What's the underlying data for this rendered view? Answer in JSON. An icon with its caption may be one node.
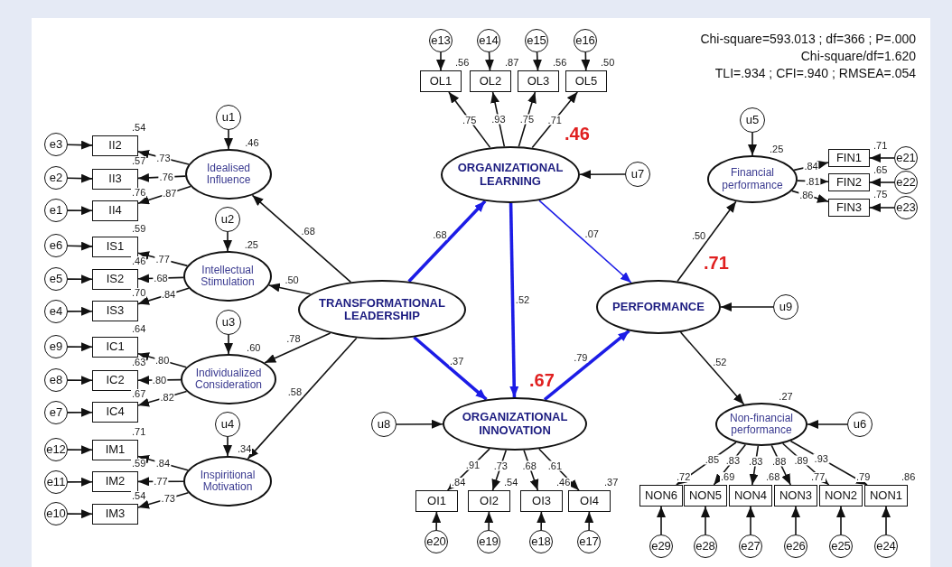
{
  "diagram": {
    "nodes": [
      {
        "text": [
          "TRANSFORMATIONAL LEADERSHIP"
        ]
      },
      {
        "text": [
          "Idealised Influence"
        ],
        "beside": [
          ".46"
        ]
      },
      {
        "text": [
          "Intellectual Stimulation"
        ],
        "beside": [
          ".25"
        ]
      },
      {
        "text": [
          "Individualized Consideration"
        ],
        "beside": [
          ".60"
        ]
      },
      {
        "text": [
          "Inspiritional Motivation"
        ],
        "beside": [
          ".34"
        ]
      },
      {
        "text": [
          "ORGANIZATIONAL LEARNING"
        ],
        "beside": [
          ".46"
        ]
      },
      {
        "text": [
          "ORGANIZATIONAL INNOVATION"
        ],
        "beside": [
          ".67"
        ]
      },
      {
        "text": [
          "PERFORMANCE"
        ],
        "beside": [
          ".71"
        ]
      },
      {
        "text": [
          "Financial performance"
        ],
        "beside": [
          ".25"
        ]
      },
      {
        "text": [
          "Non-financial performance"
        ],
        "beside": [
          ".27"
        ]
      },
      {
        "text": [
          "II2"
        ],
        "beside": [
          ".54"
        ]
      },
      {
        "text": [
          "II3"
        ],
        "beside": [
          ".57"
        ]
      },
      {
        "text": [
          "II4"
        ],
        "beside": [
          ".76"
        ]
      },
      {
        "text": [
          "IS1"
        ],
        "beside": [
          ".59"
        ]
      },
      {
        "text": [
          "IS2"
        ],
        "beside": [
          ".46"
        ]
      },
      {
        "text": [
          "IS3"
        ],
        "beside": [
          ".70"
        ]
      },
      {
        "text": [
          "IC1"
        ],
        "beside": [
          ".64"
        ]
      },
      {
        "text": [
          "IC2"
        ],
        "beside": [
          ".63"
        ]
      },
      {
        "text": [
          "IC4"
        ],
        "beside": [
          ".67"
        ]
      },
      {
        "text": [
          "IM1"
        ],
        "beside": [
          ".71"
        ]
      },
      {
        "text": [
          "IM2"
        ],
        "beside": [
          ".59"
        ]
      },
      {
        "text": [
          "IM3"
        ],
        "beside": [
          ".54"
        ]
      },
      {
        "text": [
          "OL1"
        ],
        "beside": [
          ".56"
        ]
      },
      {
        "text": [
          "OL2"
        ],
        "beside": [
          ".87"
        ]
      },
      {
        "text": [
          "OL3"
        ],
        "beside": [
          ".56"
        ]
      },
      {
        "text": [
          "OL5"
        ],
        "beside": [
          ".50"
        ]
      },
      {
        "text": [
          "OI1"
        ],
        "beside": [
          ".84"
        ]
      },
      {
        "text": [
          "OI2"
        ],
        "beside": [
          ".54"
        ]
      },
      {
        "text": [
          "OI3"
        ],
        "beside": [
          ".46"
        ]
      },
      {
        "text": [
          "OI4"
        ],
        "beside": [
          ".37"
        ]
      },
      {
        "text": [
          "FIN1"
        ],
        "beside": [
          ".71"
        ]
      },
      {
        "text": [
          "FIN2"
        ],
        "beside": [
          ".65"
        ]
      },
      {
        "text": [
          "FIN3"
        ],
        "beside": [
          ".75"
        ]
      },
      {
        "text": [
          "NON6"
        ],
        "beside": [
          ".72"
        ]
      },
      {
        "text": [
          "NON5"
        ],
        "beside": [
          ".69"
        ]
      },
      {
        "text": [
          "NON4"
        ],
        "beside": [
          ".68"
        ]
      },
      {
        "text": [
          "NON3"
        ],
        "beside": [
          ".77"
        ]
      },
      {
        "text": [
          "NON2"
        ],
        "beside": [
          ".79"
        ]
      },
      {
        "text": [
          "NON1"
        ],
        "beside": [
          ".86"
        ]
      },
      {
        "text": [
          "e3"
        ]
      },
      {
        "text": [
          "e2"
        ]
      },
      {
        "text": [
          "e1"
        ]
      },
      {
        "text": [
          "e6"
        ]
      },
      {
        "text": [
          "e5"
        ]
      },
      {
        "text": [
          "e4"
        ]
      },
      {
        "text": [
          "e9"
        ]
      },
      {
        "text": [
          "e8"
        ]
      },
      {
        "text": [
          "e7"
        ]
      },
      {
        "text": [
          "e12"
        ]
      },
      {
        "text": [
          "e11"
        ]
      },
      {
        "text": [
          "e10"
        ]
      },
      {
        "text": [
          "e13"
        ]
      },
      {
        "text": [
          "e14"
        ]
      },
      {
        "text": [
          "e15"
        ]
      },
      {
        "text": [
          "e16"
        ]
      },
      {
        "text": [
          "e20"
        ]
      },
      {
        "text": [
          "e19"
        ]
      },
      {
        "text": [
          "e18"
        ]
      },
      {
        "text": [
          "e17"
        ]
      },
      {
        "text": [
          "e21"
        ]
      },
      {
        "text": [
          "e22"
        ]
      },
      {
        "text": [
          "e23"
        ]
      },
      {
        "text": [
          "e29"
        ]
      },
      {
        "text": [
          "e28"
        ]
      },
      {
        "text": [
          "e27"
        ]
      },
      {
        "text": [
          "e26"
        ]
      },
      {
        "text": [
          "e25"
        ]
      },
      {
        "text": [
          "e24"
        ]
      },
      {
        "text": [
          "u1"
        ]
      },
      {
        "text": [
          "u2"
        ]
      },
      {
        "text": [
          "u3"
        ]
      },
      {
        "text": [
          "u4"
        ]
      },
      {
        "text": [
          "u5"
        ]
      },
      {
        "text": [
          "u6"
        ]
      },
      {
        "text": [
          "u7"
        ]
      },
      {
        "text": [
          "u8"
        ]
      },
      {
        "text": [
          "u9"
        ]
      }
    ],
    "edges": [
      {
        "from": 0,
        "to": 1,
        "arrow": "to",
        "label": ".68"
      },
      {
        "from": 0,
        "to": 2,
        "arrow": "to",
        "label": ".50"
      },
      {
        "from": 0,
        "to": 3,
        "arrow": "to",
        "label": ".78"
      },
      {
        "from": 0,
        "to": 4,
        "arrow": "to",
        "label": ".58"
      },
      {
        "from": 0,
        "to": 5,
        "arrow": "to",
        "label": ".68",
        "style": "thick",
        "color": "#1c1ce6"
      },
      {
        "from": 0,
        "to": 6,
        "arrow": "to",
        "label": ".37",
        "style": "thick",
        "color": "#1c1ce6"
      },
      {
        "from": 5,
        "to": 6,
        "arrow": "to",
        "label": ".52",
        "style": "thick",
        "color": "#1c1ce6"
      },
      {
        "from": 5,
        "to": 7,
        "arrow": "to",
        "label": ".07",
        "color": "#1c1ce6"
      },
      {
        "from": 6,
        "to": 7,
        "arrow": "to",
        "label": ".79",
        "style": "thick",
        "color": "#1c1ce6"
      },
      {
        "from": 7,
        "to": 8,
        "arrow": "to",
        "label": ".50"
      },
      {
        "from": 7,
        "to": 9,
        "arrow": "to",
        "label": ".52"
      },
      {
        "from": 1,
        "to": 10,
        "arrow": "to",
        "label": ".73"
      },
      {
        "from": 1,
        "to": 11,
        "arrow": "to",
        "label": ".76"
      },
      {
        "from": 1,
        "to": 12,
        "arrow": "to",
        "label": ".87"
      },
      {
        "from": 2,
        "to": 13,
        "arrow": "to",
        "label": ".77"
      },
      {
        "from": 2,
        "to": 14,
        "arrow": "to",
        "label": ".68"
      },
      {
        "from": 2,
        "to": 15,
        "arrow": "to",
        "label": ".84"
      },
      {
        "from": 3,
        "to": 16,
        "arrow": "to",
        "label": ".80"
      },
      {
        "from": 3,
        "to": 17,
        "arrow": "to",
        "label": ".80"
      },
      {
        "from": 3,
        "to": 18,
        "arrow": "to",
        "label": ".82"
      },
      {
        "from": 4,
        "to": 19,
        "arrow": "to",
        "label": ".84"
      },
      {
        "from": 4,
        "to": 20,
        "arrow": "to",
        "label": ".77"
      },
      {
        "from": 4,
        "to": 21,
        "arrow": "to",
        "label": ".73"
      },
      {
        "from": 5,
        "to": 22,
        "arrow": "to",
        "label": ".75"
      },
      {
        "from": 5,
        "to": 23,
        "arrow": "to",
        "label": ".93"
      },
      {
        "from": 5,
        "to": 24,
        "arrow": "to",
        "label": ".75"
      },
      {
        "from": 5,
        "to": 25,
        "arrow": "to",
        "label": ".71"
      },
      {
        "from": 6,
        "to": 26,
        "arrow": "to",
        "label": ".91"
      },
      {
        "from": 6,
        "to": 27,
        "arrow": "to",
        "label": ".73"
      },
      {
        "from": 6,
        "to": 28,
        "arrow": "to",
        "label": ".68"
      },
      {
        "from": 6,
        "to": 29,
        "arrow": "to",
        "label": ".61"
      },
      {
        "from": 8,
        "to": 30,
        "arrow": "to",
        "label": ".84"
      },
      {
        "from": 8,
        "to": 31,
        "arrow": "to",
        "label": ".81"
      },
      {
        "from": 8,
        "to": 32,
        "arrow": "to",
        "label": ".86"
      },
      {
        "from": 9,
        "to": 33,
        "arrow": "to",
        "label": ".85"
      },
      {
        "from": 9,
        "to": 34,
        "arrow": "to",
        "label": ".83"
      },
      {
        "from": 9,
        "to": 35,
        "arrow": "to",
        "label": ".83"
      },
      {
        "from": 9,
        "to": 36,
        "arrow": "to",
        "label": ".88"
      },
      {
        "from": 9,
        "to": 37,
        "arrow": "to",
        "label": ".89"
      },
      {
        "from": 9,
        "to": 38,
        "arrow": "to",
        "label": ".93"
      },
      {
        "from": 39,
        "to": 10,
        "arrow": "to"
      },
      {
        "from": 40,
        "to": 11,
        "arrow": "to"
      },
      {
        "from": 41,
        "to": 12,
        "arrow": "to"
      },
      {
        "from": 42,
        "to": 13,
        "arrow": "to"
      },
      {
        "from": 43,
        "to": 14,
        "arrow": "to"
      },
      {
        "from": 44,
        "to": 15,
        "arrow": "to"
      },
      {
        "from": 45,
        "to": 16,
        "arrow": "to"
      },
      {
        "from": 46,
        "to": 17,
        "arrow": "to"
      },
      {
        "from": 47,
        "to": 18,
        "arrow": "to"
      },
      {
        "from": 48,
        "to": 19,
        "arrow": "to"
      },
      {
        "from": 49,
        "to": 20,
        "arrow": "to"
      },
      {
        "from": 50,
        "to": 21,
        "arrow": "to"
      },
      {
        "from": 51,
        "to": 22,
        "arrow": "to"
      },
      {
        "from": 52,
        "to": 23,
        "arrow": "to"
      },
      {
        "from": 53,
        "to": 24,
        "arrow": "to"
      },
      {
        "from": 54,
        "to": 25,
        "arrow": "to"
      },
      {
        "from": 55,
        "to": 26,
        "arrow": "to"
      },
      {
        "from": 56,
        "to": 27,
        "arrow": "to"
      },
      {
        "from": 57,
        "to": 28,
        "arrow": "to"
      },
      {
        "from": 58,
        "to": 29,
        "arrow": "to"
      },
      {
        "from": 59,
        "to": 30,
        "arrow": "to"
      },
      {
        "from": 60,
        "to": 31,
        "arrow": "to"
      },
      {
        "from": 61,
        "to": 32,
        "arrow": "to"
      },
      {
        "from": 62,
        "to": 33,
        "arrow": "to"
      },
      {
        "from": 63,
        "to": 34,
        "arrow": "to"
      },
      {
        "from": 64,
        "to": 35,
        "arrow": "to"
      },
      {
        "from": 65,
        "to": 36,
        "arrow": "to"
      },
      {
        "from": 66,
        "to": 37,
        "arrow": "to"
      },
      {
        "from": 67,
        "to": 38,
        "arrow": "to"
      },
      {
        "from": 68,
        "to": 1,
        "arrow": "to"
      },
      {
        "from": 69,
        "to": 2,
        "arrow": "to"
      },
      {
        "from": 70,
        "to": 3,
        "arrow": "to"
      },
      {
        "from": 71,
        "to": 4,
        "arrow": "to"
      },
      {
        "from": 72,
        "to": 8,
        "arrow": "to"
      },
      {
        "from": 73,
        "to": 9,
        "arrow": "to"
      },
      {
        "from": 74,
        "to": 5,
        "arrow": "to"
      },
      {
        "from": 75,
        "to": 6,
        "arrow": "to"
      },
      {
        "from": 76,
        "to": 7,
        "arrow": "to"
      }
    ],
    "labels": [
      "Chi-square=593.013 ; df=366 ; P=.000",
      "Chi-square/df=1.620",
      "TLI=.934 ; CFI=.940 ; RMSEA=.054"
    ]
  }
}
